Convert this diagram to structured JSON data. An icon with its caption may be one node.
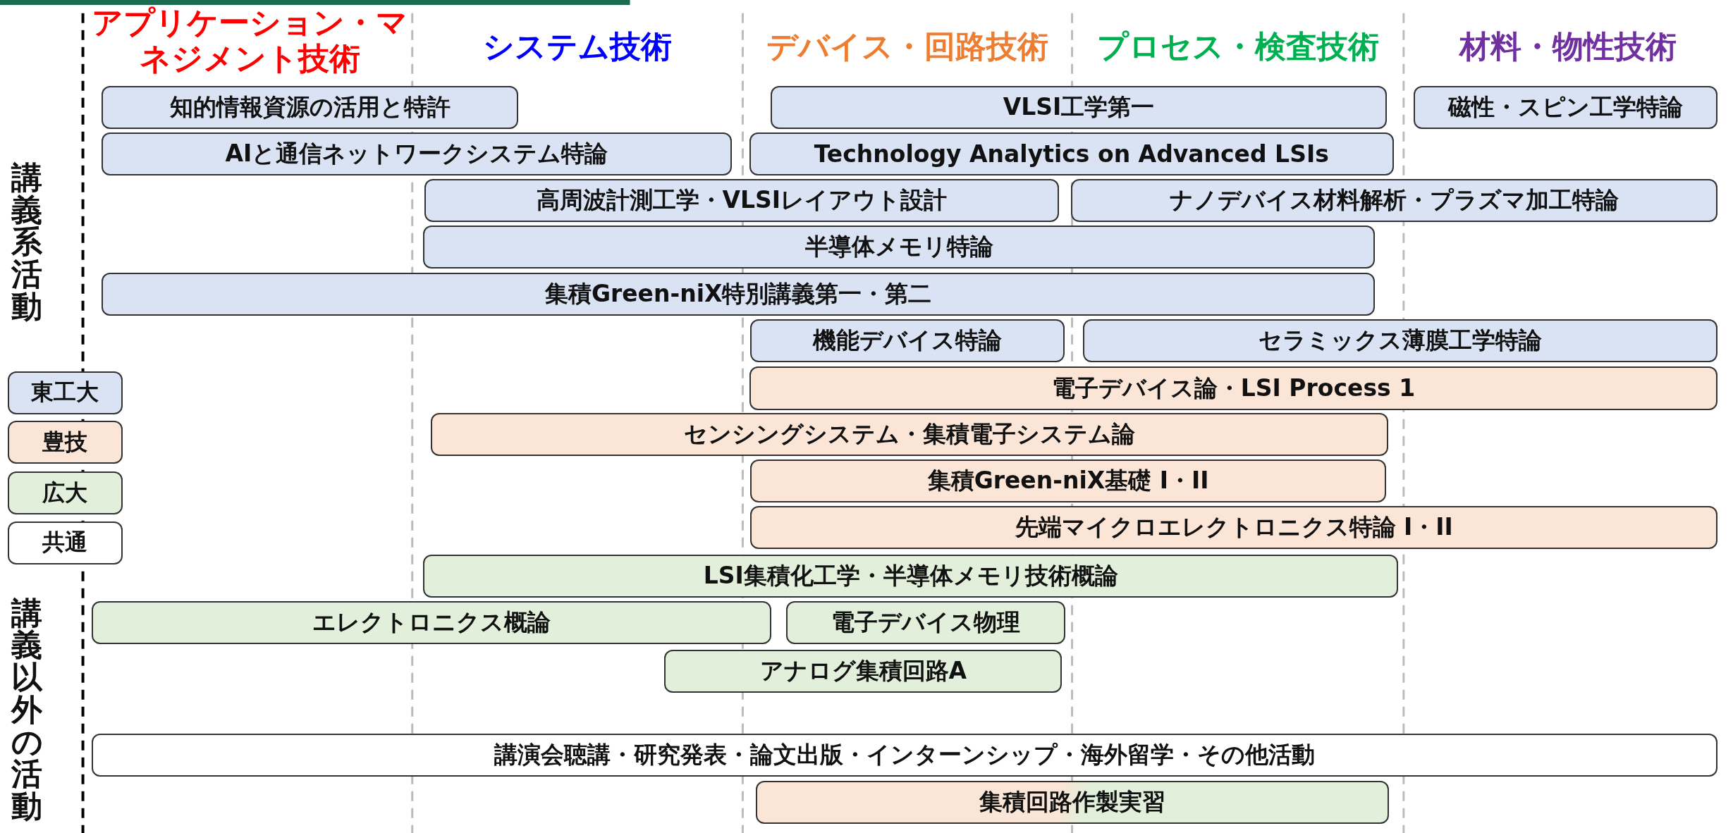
{
  "diagram": {
    "nodes": [
      {
        "text": [
          "知的情報資源の活用と特許"
        ]
      },
      {
        "text": [
          "VLSI工学第一"
        ]
      },
      {
        "text": [
          "磁性・スピン工学特論"
        ]
      },
      {
        "text": [
          "AIと通信ネットワークシステム特論"
        ]
      },
      {
        "text": [
          "Technology Analytics on Advanced LSIs"
        ]
      },
      {
        "text": [
          "高周波計測工学・VLSIレイアウト設計"
        ]
      },
      {
        "text": [
          "ナノデバイス材料解析・プラズマ加工特論"
        ]
      },
      {
        "text": [
          "半導体メモリ特論"
        ]
      },
      {
        "text": [
          "集積Green-niX特別講義第一・第二"
        ]
      },
      {
        "text": [
          "機能デバイス特論"
        ]
      },
      {
        "text": [
          "セラミックス薄膜工学特論"
        ]
      },
      {
        "text": [
          "電子デバイス論・LSI Process 1"
        ]
      },
      {
        "text": [
          "センシングシステム・集積電子システム論"
        ]
      },
      {
        "text": [
          "集積Green-niX基礎 I・II"
        ]
      },
      {
        "text": [
          "先端マイクロエレクトロニクス特論 I・II"
        ]
      },
      {
        "text": [
          "LSI集積化工学・半導体メモリ技術概論"
        ]
      },
      {
        "text": [
          "エレクトロニクス概論"
        ]
      },
      {
        "text": [
          "電子デバイス物理"
        ]
      },
      {
        "text": [
          "アナログ集積回路A"
        ]
      },
      {
        "text": [
          "講演会聴講・研究発表・論文出版・インターンシップ・海外留学・その他活動"
        ]
      },
      {
        "text": [
          "集積回路作製実習"
        ]
      }
    ],
    "labels": [
      "アプリケーション・マネジメント技術",
      "システム技術",
      "デバイス・回路技術",
      "プロセス・検査技術",
      "材料・物性技術",
      "講義系活動",
      "講義以外の活動"
    ],
    "legend": [
      {
        "text": "東工大",
        "color": "#dae3f3"
      },
      {
        "text": "豊技",
        "color": "#fbe5d6"
      },
      {
        "text": "広大",
        "color": "#e2efda"
      },
      {
        "text": "共通",
        "color": "#ffffff"
      }
    ]
  }
}
